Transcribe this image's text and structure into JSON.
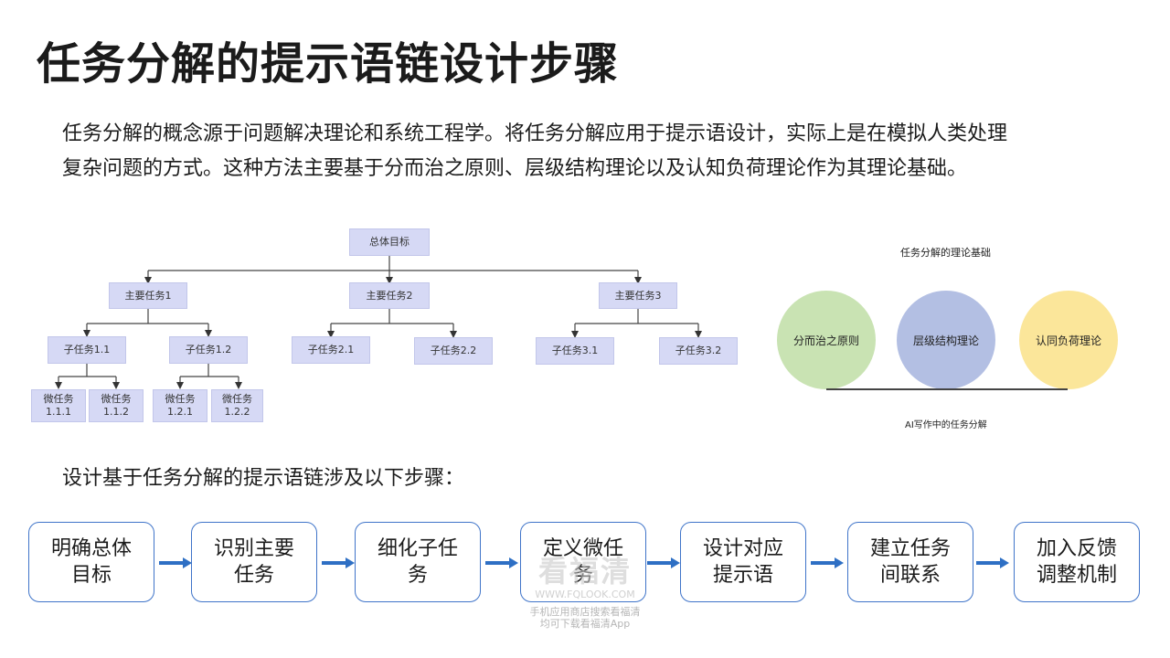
{
  "title": "任务分解的提示语链设计步骤",
  "intro_lines": [
    "任务分解的概念源于问题解决理论和系统工程学。将任务分解应用于提示语设计，实际上是在模拟人类处理",
    "复杂问题的方式。这种方法主要基于分而治之原则、层级结构理论以及认知负荷理论作为其理论基础。"
  ],
  "tree": {
    "root": "总体目标",
    "main_tasks": [
      "主要任务1",
      "主要任务2",
      "主要任务3"
    ],
    "sub_tasks": [
      "子任务1.1",
      "子任务1.2",
      "子任务2.1",
      "子任务2.2",
      "子任务3.1",
      "子任务3.2"
    ],
    "micro_tasks": [
      [
        "微任务",
        "1.1.1"
      ],
      [
        "微任务",
        "1.1.2"
      ],
      [
        "微任务",
        "1.2.1"
      ],
      [
        "微任务",
        "1.2.2"
      ]
    ]
  },
  "theory": {
    "title": "任务分解的理论基础",
    "circles": [
      {
        "label": "分而治之原则",
        "color": "#c9e3b3"
      },
      {
        "label": "层级结构理论",
        "color": "#b3bfe3"
      },
      {
        "label": "认同负荷理论",
        "color": "#fbe69a"
      }
    ],
    "caption": "AI写作中的任务分解"
  },
  "steps_intro": "设计基于任务分解的提示语链涉及以下步骤：",
  "steps": [
    {
      "line1": "明确总体",
      "line2": "目标"
    },
    {
      "line1": "识别主要",
      "line2": "任务"
    },
    {
      "line1": "细化子任",
      "line2": "务"
    },
    {
      "line1": "定义微任",
      "line2": "务"
    },
    {
      "line1": "设计对应",
      "line2": "提示语"
    },
    {
      "line1": "建立任务",
      "line2": "间联系"
    },
    {
      "line1": "加入反馈",
      "line2": "调整机制"
    }
  ],
  "watermark": {
    "brand": "看福清",
    "url": "WWW.FQLOOK.COM",
    "line1": "手机应用商店搜索看福清",
    "line2": "均可下载看福清App"
  },
  "colors": {
    "node_fill": "#d6d9f5",
    "step_border": "#3f74c9",
    "arrow": "#2e6fc4"
  }
}
